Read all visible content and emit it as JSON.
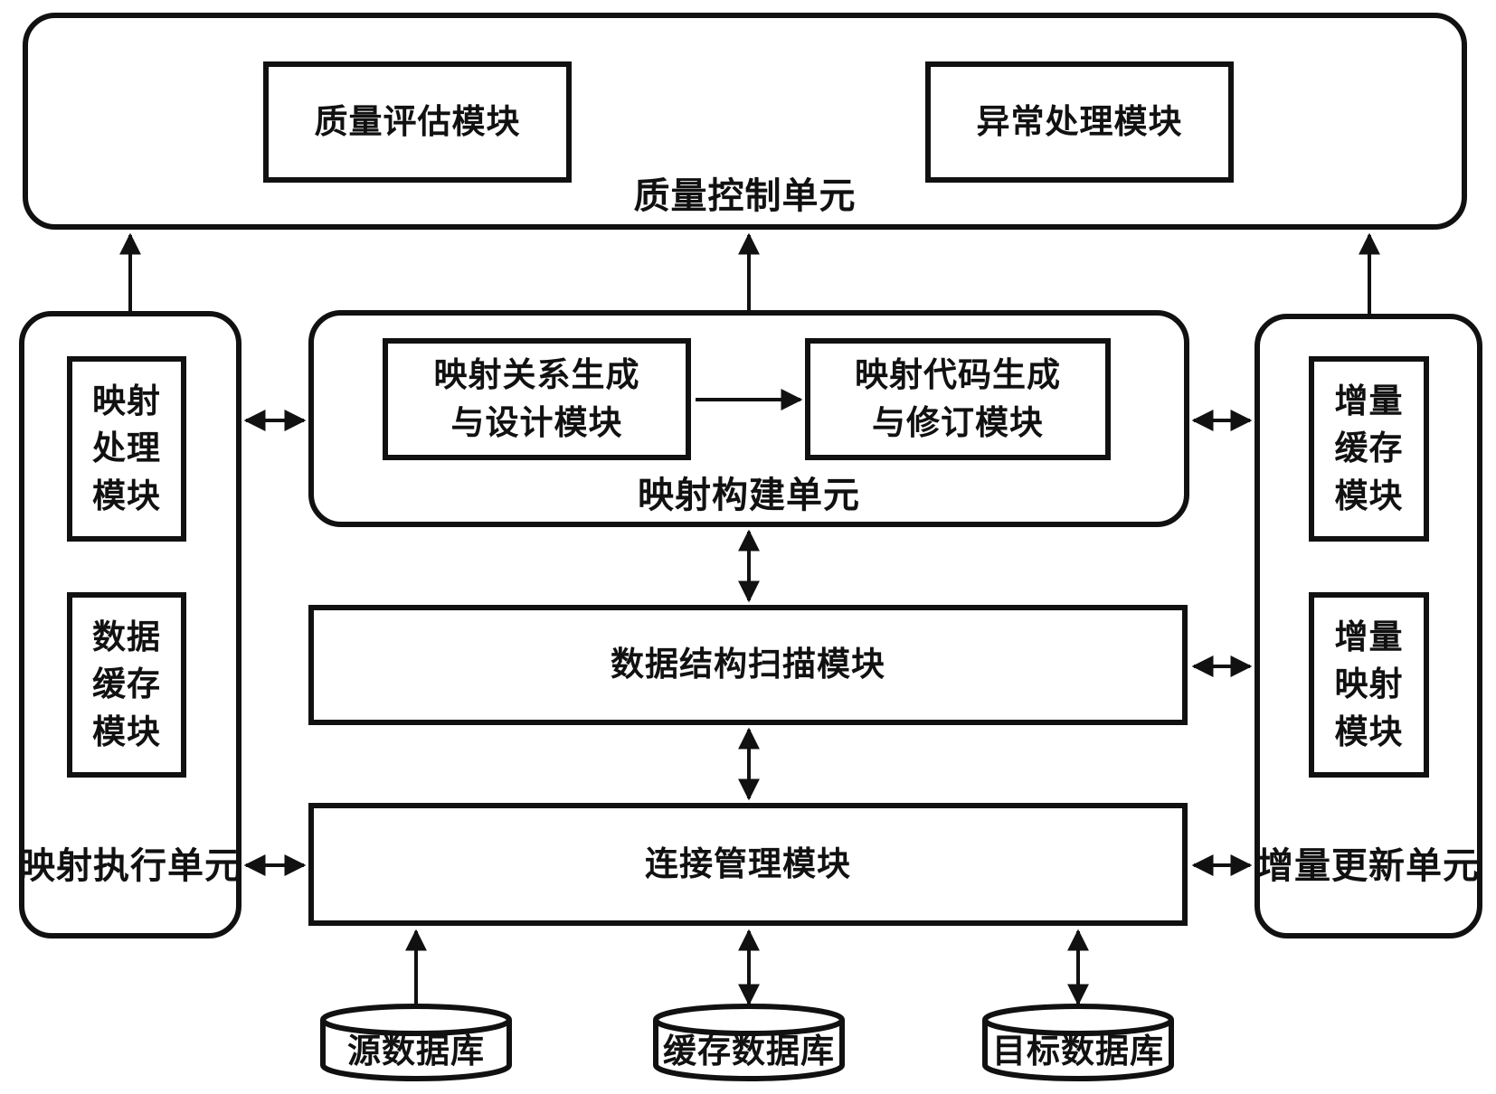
{
  "units": {
    "quality_control": {
      "label": "质量控制单元",
      "quality_assessment": {
        "label": "质量评估模块"
      },
      "exception_handling": {
        "label": "异常处理模块"
      }
    },
    "mapping_execution": {
      "label": "映射执行单元",
      "mapping_processing": {
        "lines": [
          "映射",
          "处理",
          "模块"
        ]
      },
      "data_cache": {
        "lines": [
          "数据",
          "缓存",
          "模块"
        ]
      }
    },
    "mapping_construction": {
      "label": "映射构建单元",
      "relation_generation": {
        "lines": [
          "映射关系生成",
          "与设计模块"
        ]
      },
      "code_generation": {
        "lines": [
          "映射代码生成",
          "与修订模块"
        ]
      }
    },
    "incremental_update": {
      "label": "增量更新单元",
      "incremental_cache": {
        "lines": [
          "增量",
          "缓存",
          "模块"
        ]
      },
      "incremental_mapping": {
        "lines": [
          "增量",
          "映射",
          "模块"
        ]
      }
    }
  },
  "modules": {
    "structure_scan": {
      "label": "数据结构扫描模块"
    },
    "connection_management": {
      "label": "连接管理模块"
    }
  },
  "databases": {
    "source": {
      "label": "源数据库"
    },
    "cache": {
      "label": "缓存数据库"
    },
    "target": {
      "label": "目标数据库"
    }
  },
  "colors": {
    "stroke": "#111111",
    "background": "#ffffff"
  }
}
